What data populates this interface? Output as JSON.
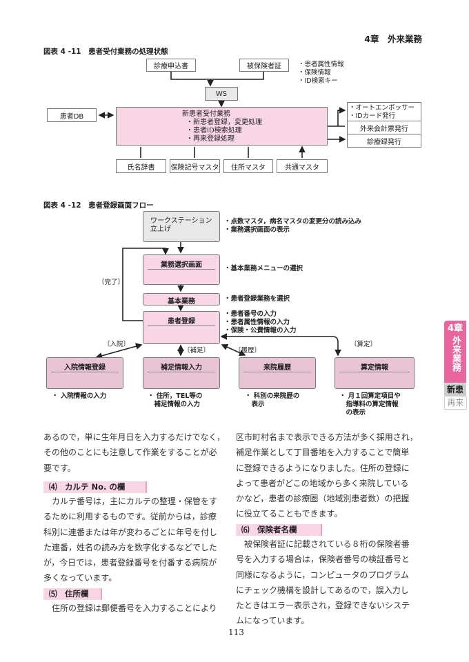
{
  "header": {
    "chapter": "4章　外来業務"
  },
  "fig11": {
    "title": "図表 4 -11　患者受付業務の処理状態",
    "input1": "診療申込書",
    "input2": "被保険者証",
    "notes": [
      "・患者属性情報",
      "・保険情報",
      "・ID検索キー"
    ],
    "ws": "WS",
    "db": "患者DB",
    "main": [
      "新患者受付業務",
      "・新患者登録，変更処理",
      "・患者ID検索処理",
      "・再来登録処理"
    ],
    "outputs": [
      "・オートエンボッサー",
      "・IDカード発行",
      "外来会計票発行",
      "診療録発行"
    ],
    "masters": [
      "氏名辞書",
      "保険記号マスタ",
      "住所マスタ",
      "共通マスタ"
    ]
  },
  "fig12": {
    "title": "図表 4 -12　患者登録画面フロー",
    "ws": [
      "ワークステーション",
      "立上げ"
    ],
    "ws_notes": [
      "・点数マスタ，病名マスタの変更分の読み込み",
      "・業務選択画面の表示"
    ],
    "select": "業務選択画面",
    "select_note": "・基本業務メニューの選択",
    "basic": "基本業務",
    "basic_note": "・患者登録業務を選択",
    "reg": "患者登録",
    "reg_notes": [
      "・患者番号の入力",
      "・患者属性情報の入力",
      "・保険・公費情報の入力"
    ],
    "labels": {
      "done": "〔完了〕",
      "admit": "〔入院〕",
      "supp": "〔補足〕",
      "hist": "〔履歴〕",
      "calc": "〔算定〕"
    },
    "bottom": [
      {
        "title": "入院情報登録",
        "caption": [
          "・ 入院情報の入力"
        ]
      },
      {
        "title": "補足情報入力",
        "caption": [
          "・ 住所，TEL等の",
          "　補足情報の入力"
        ]
      },
      {
        "title": "来院履歴",
        "caption": [
          "・ 科別の来院歴の",
          "　表示"
        ]
      },
      {
        "title": "算定情報",
        "caption": [
          "・ 月１回算定項目や",
          "　指導料の算定情報",
          "　の表示"
        ]
      }
    ]
  },
  "text": {
    "left_intro": [
      "あるので，単に生年月日を入力するだけでなく，",
      "その他のことにも注意して作業をすることが必",
      "要です。"
    ],
    "h4": "⑷　カルテ No. の欄",
    "p4": [
      "　カルテ番号は，主にカルテの整理・保管をす",
      "るために利用するものです。従前からは，診療",
      "科別に連番または年が変わるごとに年号を付し",
      "た連番，姓名の読み方を数字化するなどでした",
      "が，今日では，患者登録番号を付番する病院が",
      "多くなっています。"
    ],
    "h5": "⑸　住所欄",
    "p5": [
      "　住所の登録は郵便番号を入力することにより"
    ],
    "right_intro": [
      "区市町村名まで表示できる方法が多く採用され，",
      "補足作業として丁目番地を入力することで簡単",
      "に登録できるようになりました。住所の登録に",
      "よって患者がどこの地域から多く来院している",
      "かなど，患者の診療圏（地域別患者数）の把握",
      "に役立てることもできます。"
    ],
    "h6": "⑹　保険者名欄",
    "p6": [
      "　被保険者証に記載されている８桁の保険者番",
      "号を入力する場合は，保険者番号の検証番号と",
      "同様になるように，コンピュータのプログラム",
      "にチェック機構を設計してあるので，誤入力し",
      "たときはエラー表示され，登録できないシステ",
      "ムになっています。"
    ]
  },
  "page_number": "113",
  "side_tab": {
    "chapter": "4章",
    "title": "外来業務",
    "active": "新患",
    "inactive": "再来",
    "color": "#e9659e"
  }
}
